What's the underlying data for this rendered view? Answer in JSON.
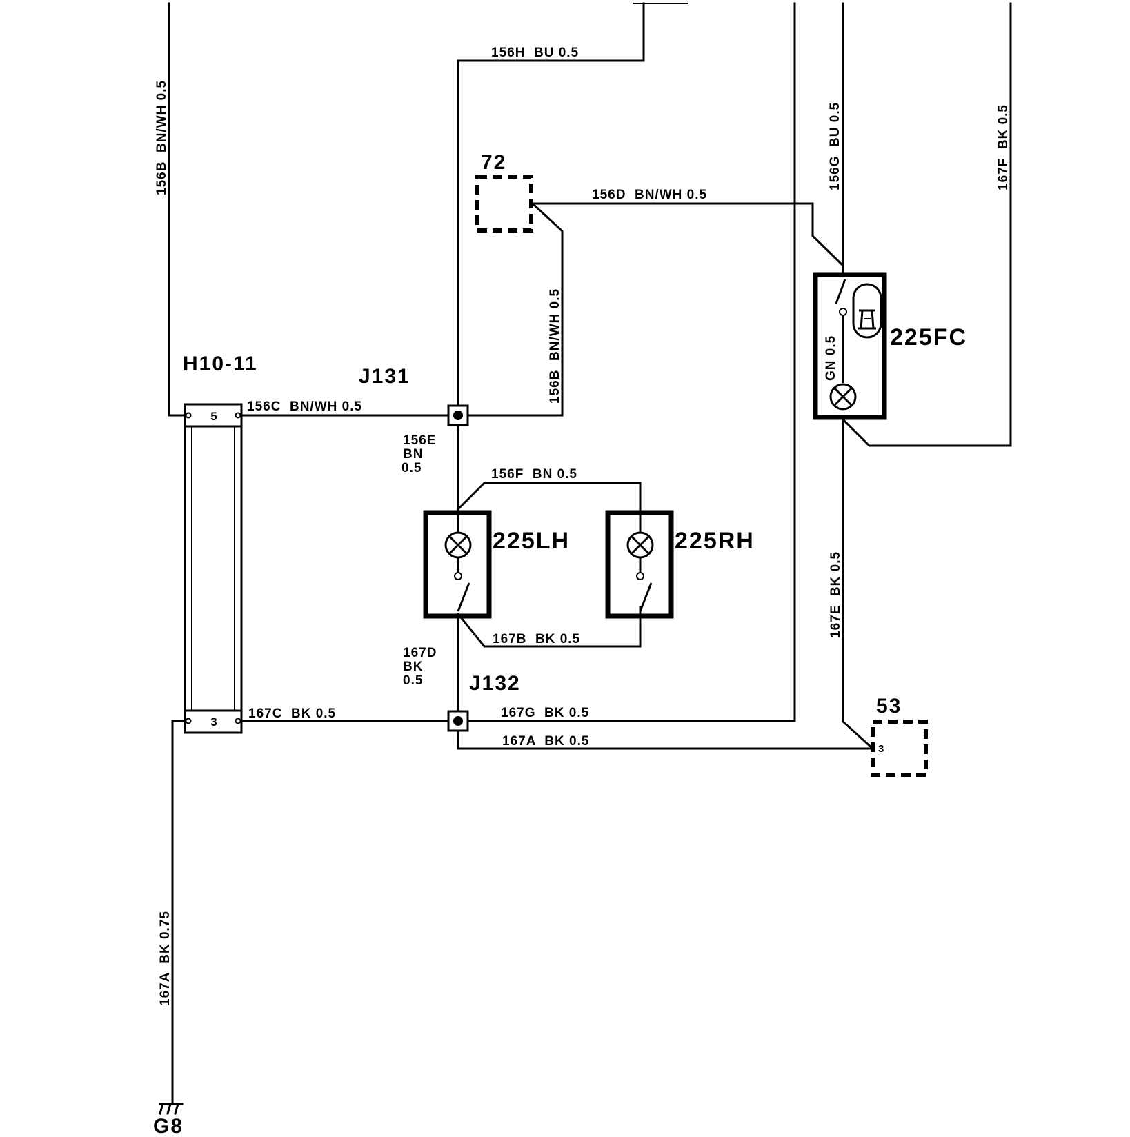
{
  "components": {
    "h10_11": "H10-11",
    "j131": "J131",
    "j132": "J132",
    "c72": "72",
    "c53": "53",
    "c225lh": "225LH",
    "c225rh": "225RH",
    "c225fc": "225FC",
    "g8": "G8"
  },
  "pins": {
    "h10_5": "5",
    "h10_3": "3",
    "c53_3": "3"
  },
  "wires": {
    "w156b_left": "156B  BN/WH 0.5",
    "w156h": "156H  BU 0.5",
    "w156d": "156D  BN/WH 0.5",
    "w156b_right": "156B  BN/WH 0.5",
    "w156c": "156C  BN/WH 0.5",
    "w156e_1": "156E",
    "w156e_2": "BN",
    "w156e_3": "0.5",
    "w156f": "156F  BN 0.5",
    "w167b": "167B  BK 0.5",
    "w167d_1": "167D",
    "w167d_2": "BK",
    "w167d_3": "0.5",
    "w167c": "167C  BK 0.5",
    "w167g": "167G  BK 0.5",
    "w167a_h": "167A  BK 0.5",
    "w156g": "156G  BU 0.5",
    "w167f": "167F  BK 0.5",
    "w167e": "167E  BK 0.5",
    "wgn": "GN 0.5",
    "w167a_v": "167A  BK 0.75"
  }
}
